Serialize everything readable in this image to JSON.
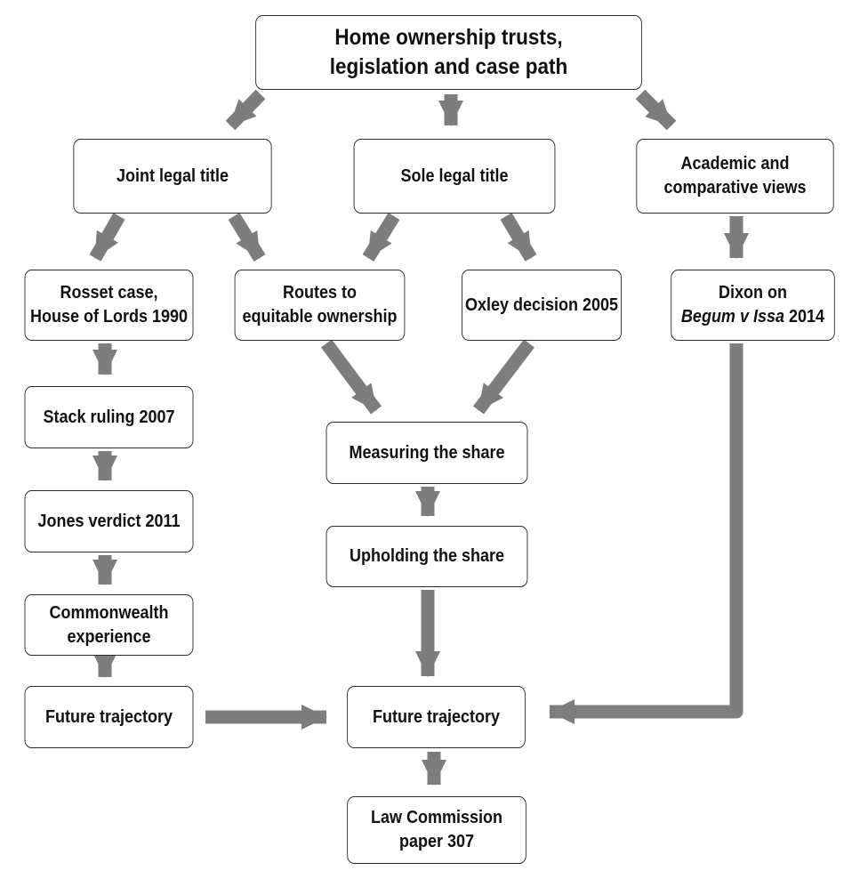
{
  "colors": {
    "arrow": "#7d7d7d",
    "border": "#2a2a2a",
    "text": "#111111",
    "background": "#ffffff"
  },
  "nodes": {
    "root": {
      "line1": "Home ownership trusts,",
      "line2": "legislation and case path"
    },
    "joint_title": {
      "label": "Joint legal title"
    },
    "sole_title": {
      "label": "Sole legal title"
    },
    "academic": {
      "line1": "Academic and",
      "line2": "comparative views"
    },
    "rosset": {
      "line1": "Rosset case,",
      "line2": "House of Lords 1990"
    },
    "routes": {
      "line1": "Routes to",
      "line2": "equitable ownership"
    },
    "oxley": {
      "label": "Oxley decision 2005"
    },
    "dixon": {
      "line1": "Dixon on",
      "line2_italic": "Begum v Issa",
      "line2_rest": " 2014"
    },
    "stack": {
      "label": "Stack ruling 2007"
    },
    "measuring": {
      "label": "Measuring the share"
    },
    "jones": {
      "label": "Jones verdict 2011"
    },
    "upholding": {
      "label": "Upholding the share"
    },
    "commonwealth": {
      "line1": "Commonwealth",
      "line2": "experience"
    },
    "future_left": {
      "label": "Future trajectory"
    },
    "future_center": {
      "label": "Future trajectory"
    },
    "law_commission": {
      "line1": "Law Commission",
      "line2": "paper 307"
    }
  },
  "edges": [
    {
      "from": "root",
      "to": "joint_title"
    },
    {
      "from": "root",
      "to": "sole_title"
    },
    {
      "from": "root",
      "to": "academic"
    },
    {
      "from": "joint_title",
      "to": "rosset"
    },
    {
      "from": "joint_title",
      "to": "routes"
    },
    {
      "from": "sole_title",
      "to": "routes"
    },
    {
      "from": "sole_title",
      "to": "oxley"
    },
    {
      "from": "academic",
      "to": "dixon"
    },
    {
      "from": "rosset",
      "to": "stack"
    },
    {
      "from": "stack",
      "to": "jones"
    },
    {
      "from": "jones",
      "to": "commonwealth"
    },
    {
      "from": "commonwealth",
      "to": "future_left"
    },
    {
      "from": "routes",
      "to": "measuring"
    },
    {
      "from": "oxley",
      "to": "measuring"
    },
    {
      "from": "measuring",
      "to": "upholding"
    },
    {
      "from": "upholding",
      "to": "future_center"
    },
    {
      "from": "future_left",
      "to": "future_center"
    },
    {
      "from": "dixon",
      "to": "future_center"
    },
    {
      "from": "future_center",
      "to": "law_commission"
    }
  ]
}
